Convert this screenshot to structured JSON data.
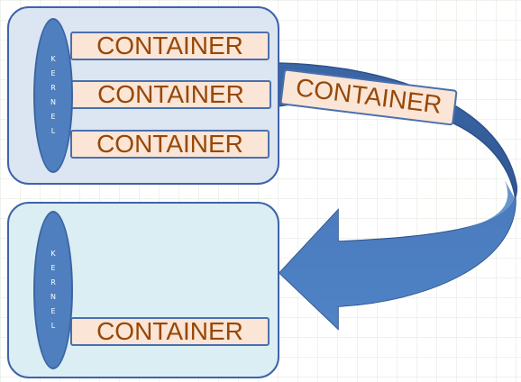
{
  "kernel_letters": [
    "K",
    "E",
    "R",
    "N",
    "E",
    "L"
  ],
  "source_host": {
    "containers": [
      "CONTAINER",
      "CONTAINER",
      "CONTAINER"
    ]
  },
  "migrating_container": "CONTAINER",
  "destination_host": {
    "containers": [
      "CONTAINER"
    ]
  },
  "colors": {
    "host_top_fill": "#dce5f2",
    "host_bottom_fill": "#dbeef3",
    "host_border": "#3f63a8",
    "kernel_fill": "#4f7fbe",
    "container_fill": "#fbe5d6",
    "container_text": "#974806",
    "arrow_fill": "#4a7bbf",
    "arrow_shadow": "#2f5592"
  }
}
